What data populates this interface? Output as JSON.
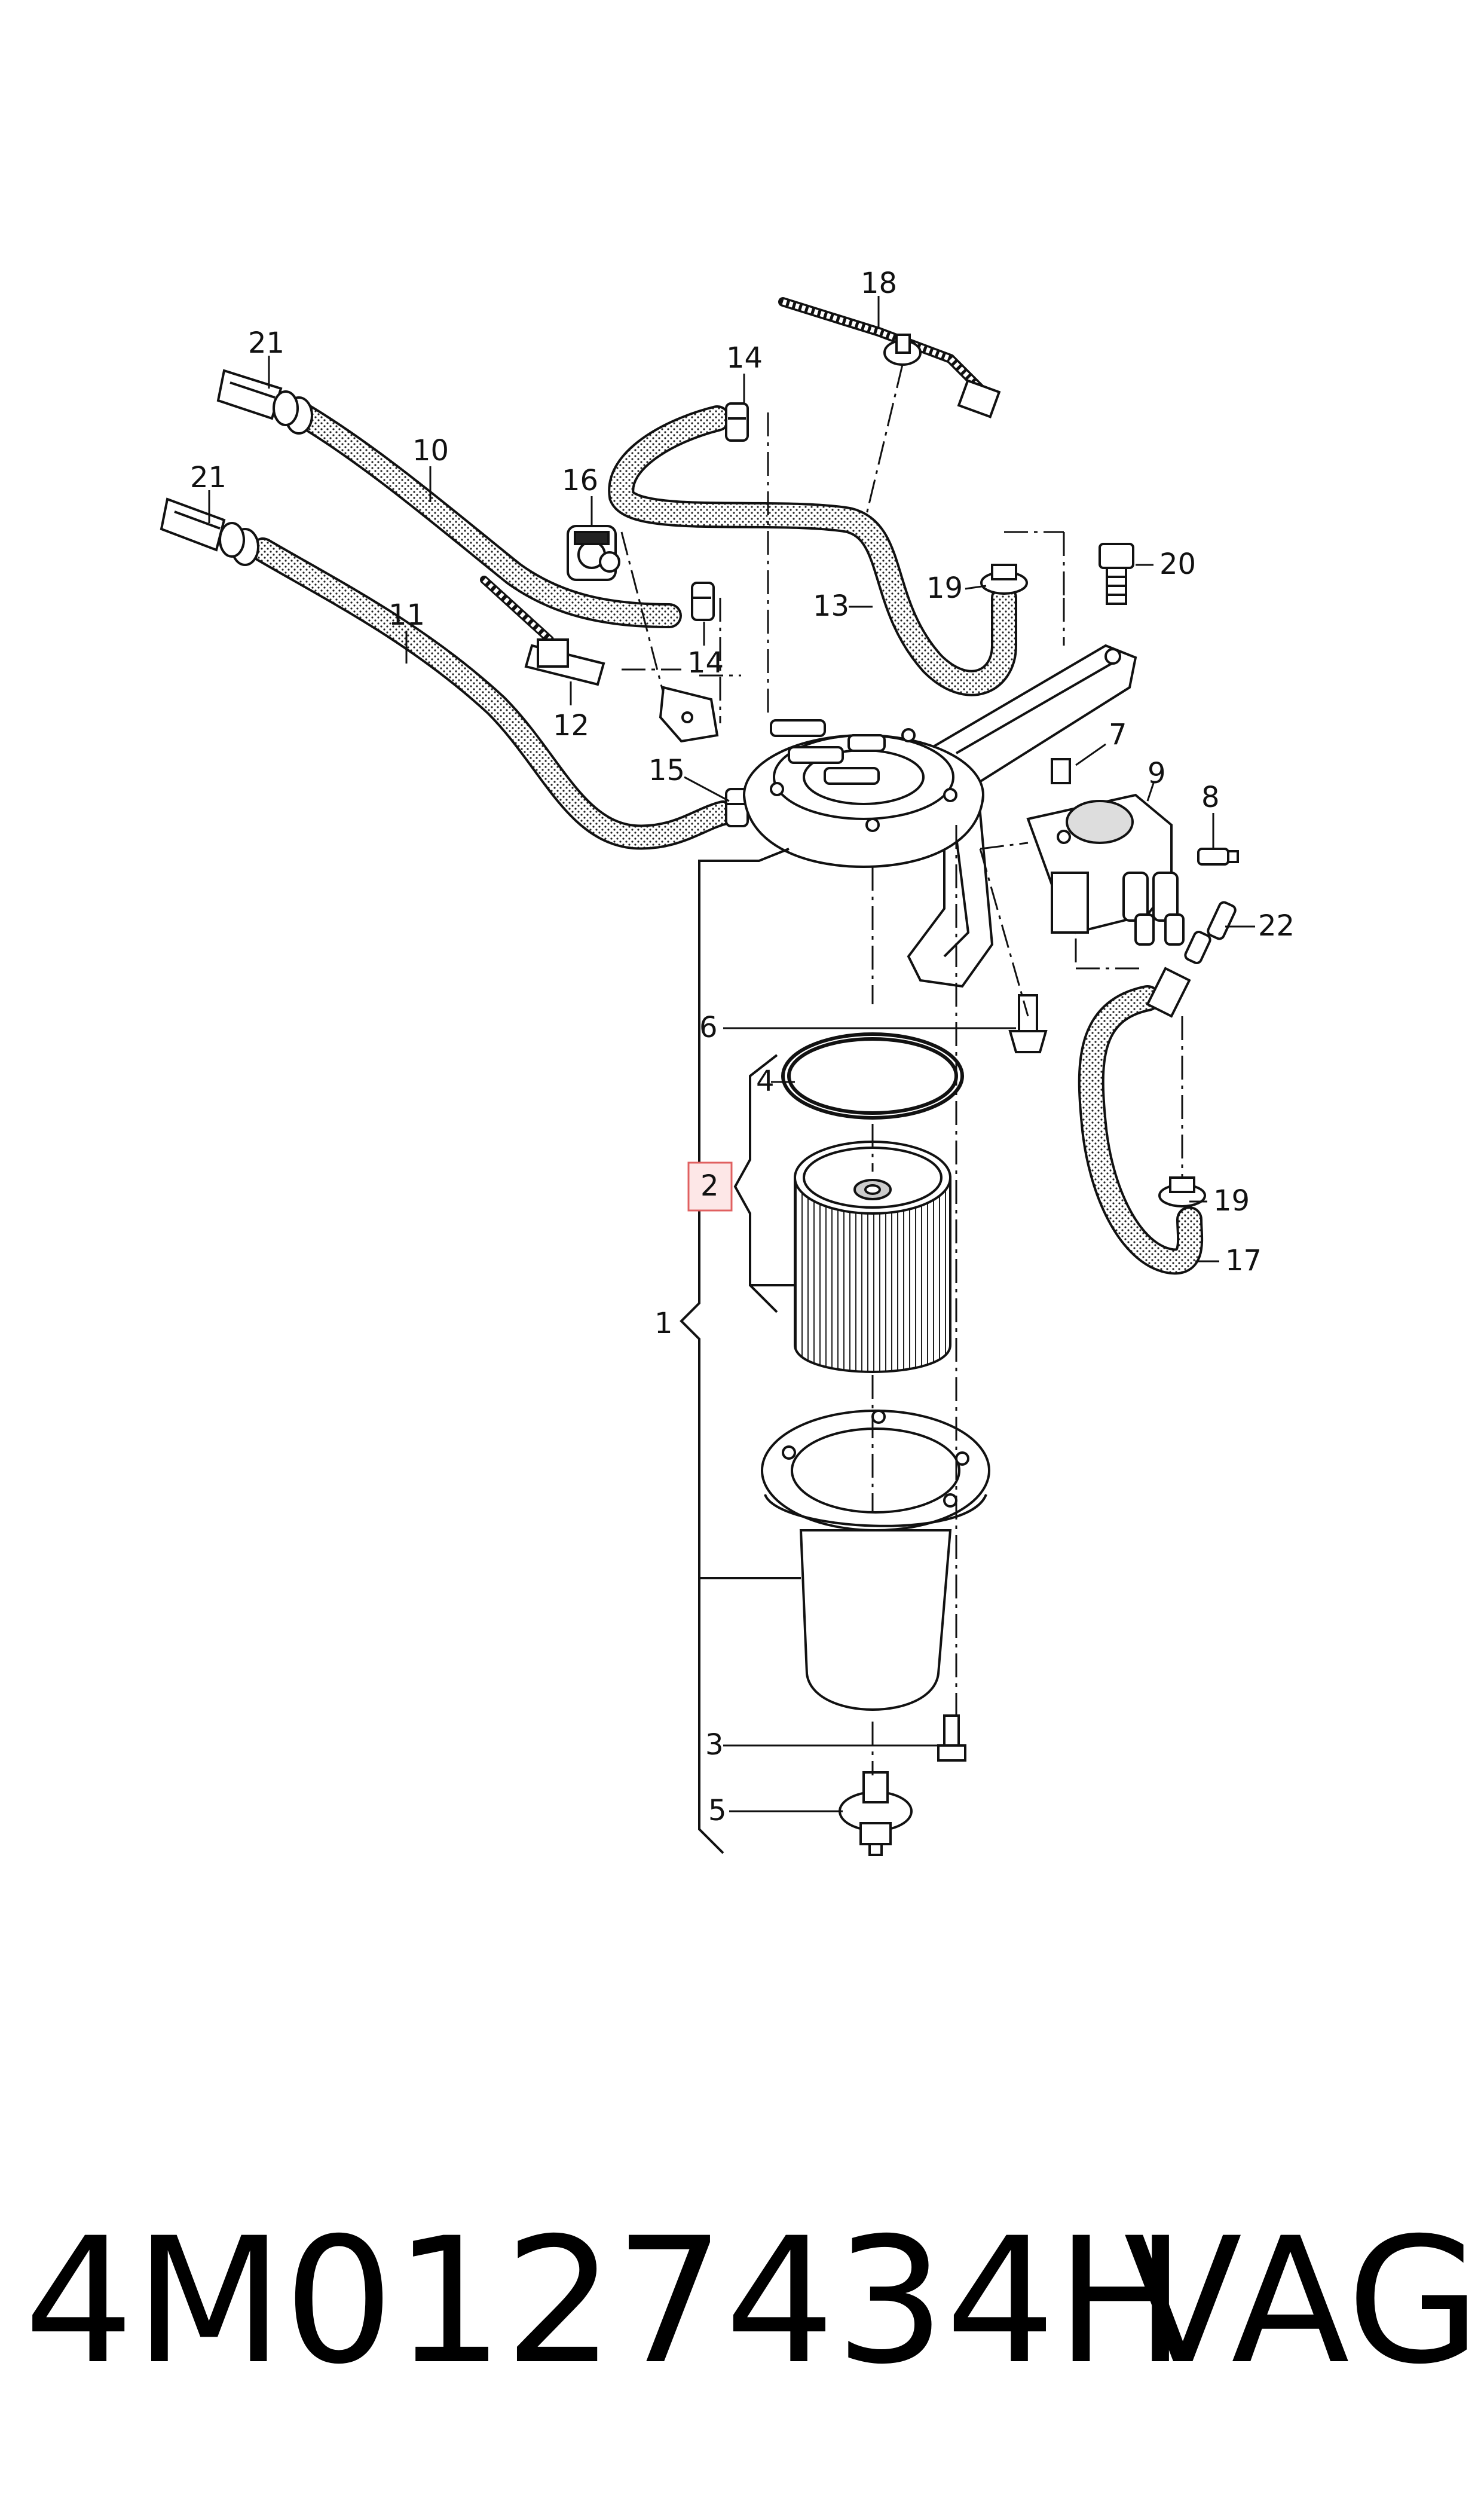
{
  "diagram": {
    "callouts": {
      "c1": "1",
      "c2": "2",
      "c3": "3",
      "c4": "4",
      "c5": "5",
      "c6": "6",
      "c7": "7",
      "c8": "8",
      "c9": "9",
      "c10": "10",
      "c11": "11",
      "c12": "12",
      "c13": "13",
      "c14a": "14",
      "c14b": "14",
      "c15": "15",
      "c16": "16",
      "c17": "17",
      "c18": "18",
      "c19a": "19",
      "c19b": "19",
      "c20": "20",
      "c21a": "21",
      "c21b": "21",
      "c22": "22"
    },
    "highlighted_callout": "2",
    "highlight_color": "#e06060"
  },
  "footer": {
    "part_number": "4M0127434H",
    "brand": "VAG"
  }
}
